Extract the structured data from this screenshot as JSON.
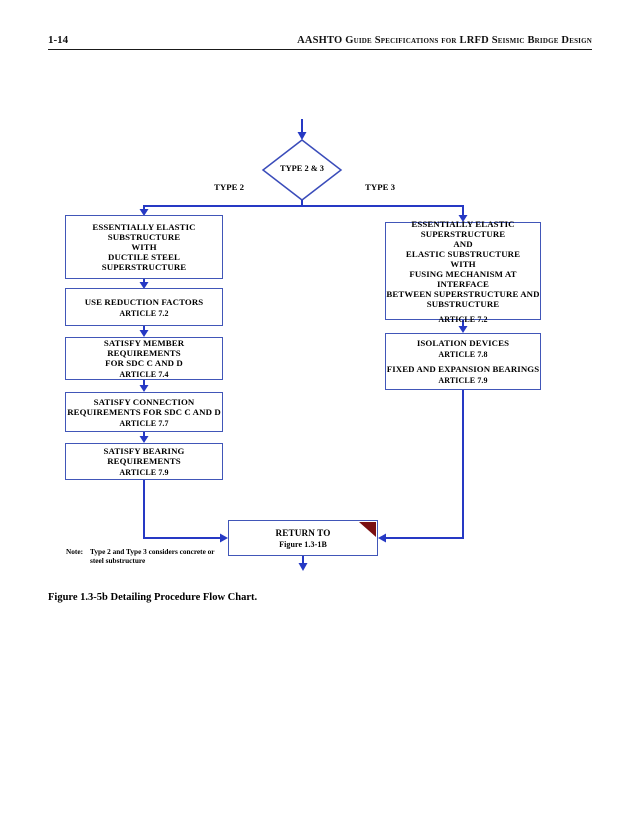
{
  "header": {
    "page_number": "1-14",
    "title": "AASHTO Guide Specifications for LRFD Seismic Bridge Design"
  },
  "flowchart": {
    "entry_decision": {
      "label": "TYPE 2 & 3"
    },
    "branch_labels": {
      "left": "TYPE 2",
      "right": "TYPE 3"
    },
    "left_boxes": [
      {
        "lines": [
          "ESSENTIALLY ELASTIC",
          "SUBSTRUCTURE",
          "WITH",
          "DUCTILE STEEL",
          "SUPERSTRUCTURE"
        ]
      },
      {
        "title": "USE REDUCTION FACTORS",
        "article": "ARTICLE 7.2"
      },
      {
        "title_lines": [
          "SATISFY MEMBER REQUIREMENTS",
          "FOR SDC C AND D"
        ],
        "article": "ARTICLE 7.4"
      },
      {
        "title_lines": [
          "SATISFY CONNECTION",
          "REQUIREMENTS FOR SDC C AND D"
        ],
        "article": "ARTICLE 7.7"
      },
      {
        "title": "SATISFY BEARING REQUIREMENTS",
        "article": "ARTICLE 7.9"
      }
    ],
    "right_boxes": [
      {
        "lines": [
          "ESSENTIALLY ELASTIC",
          "SUPERSTRUCTURE",
          "AND",
          "ELASTIC SUBSTRUCTURE",
          "WITH",
          "FUSING MECHANISM AT INTERFACE",
          "BETWEEN SUPERSTRUCTURE AND",
          "SUBSTRUCTURE"
        ],
        "article": "ARTICLE 7.2"
      },
      {
        "entries": [
          {
            "title": "ISOLATION DEVICES",
            "article": "ARTICLE 7.8"
          },
          {
            "title": "FIXED AND EXPANSION BEARINGS",
            "article": "ARTICLE 7.9"
          }
        ]
      }
    ],
    "return_box": {
      "line1": "RETURN TO",
      "line2": "Figure 1.3-1B"
    }
  },
  "note": {
    "label": "Note:",
    "line1": "Type 2 and Type 3 considers concrete or",
    "line2": "steel substructure"
  },
  "caption": "Figure 1.3-5b Detailing Procedure Flow Chart.",
  "colors": {
    "flow_line": "#2639c4",
    "box_border": "#4156b8",
    "corner_flag": "#7a1012"
  }
}
